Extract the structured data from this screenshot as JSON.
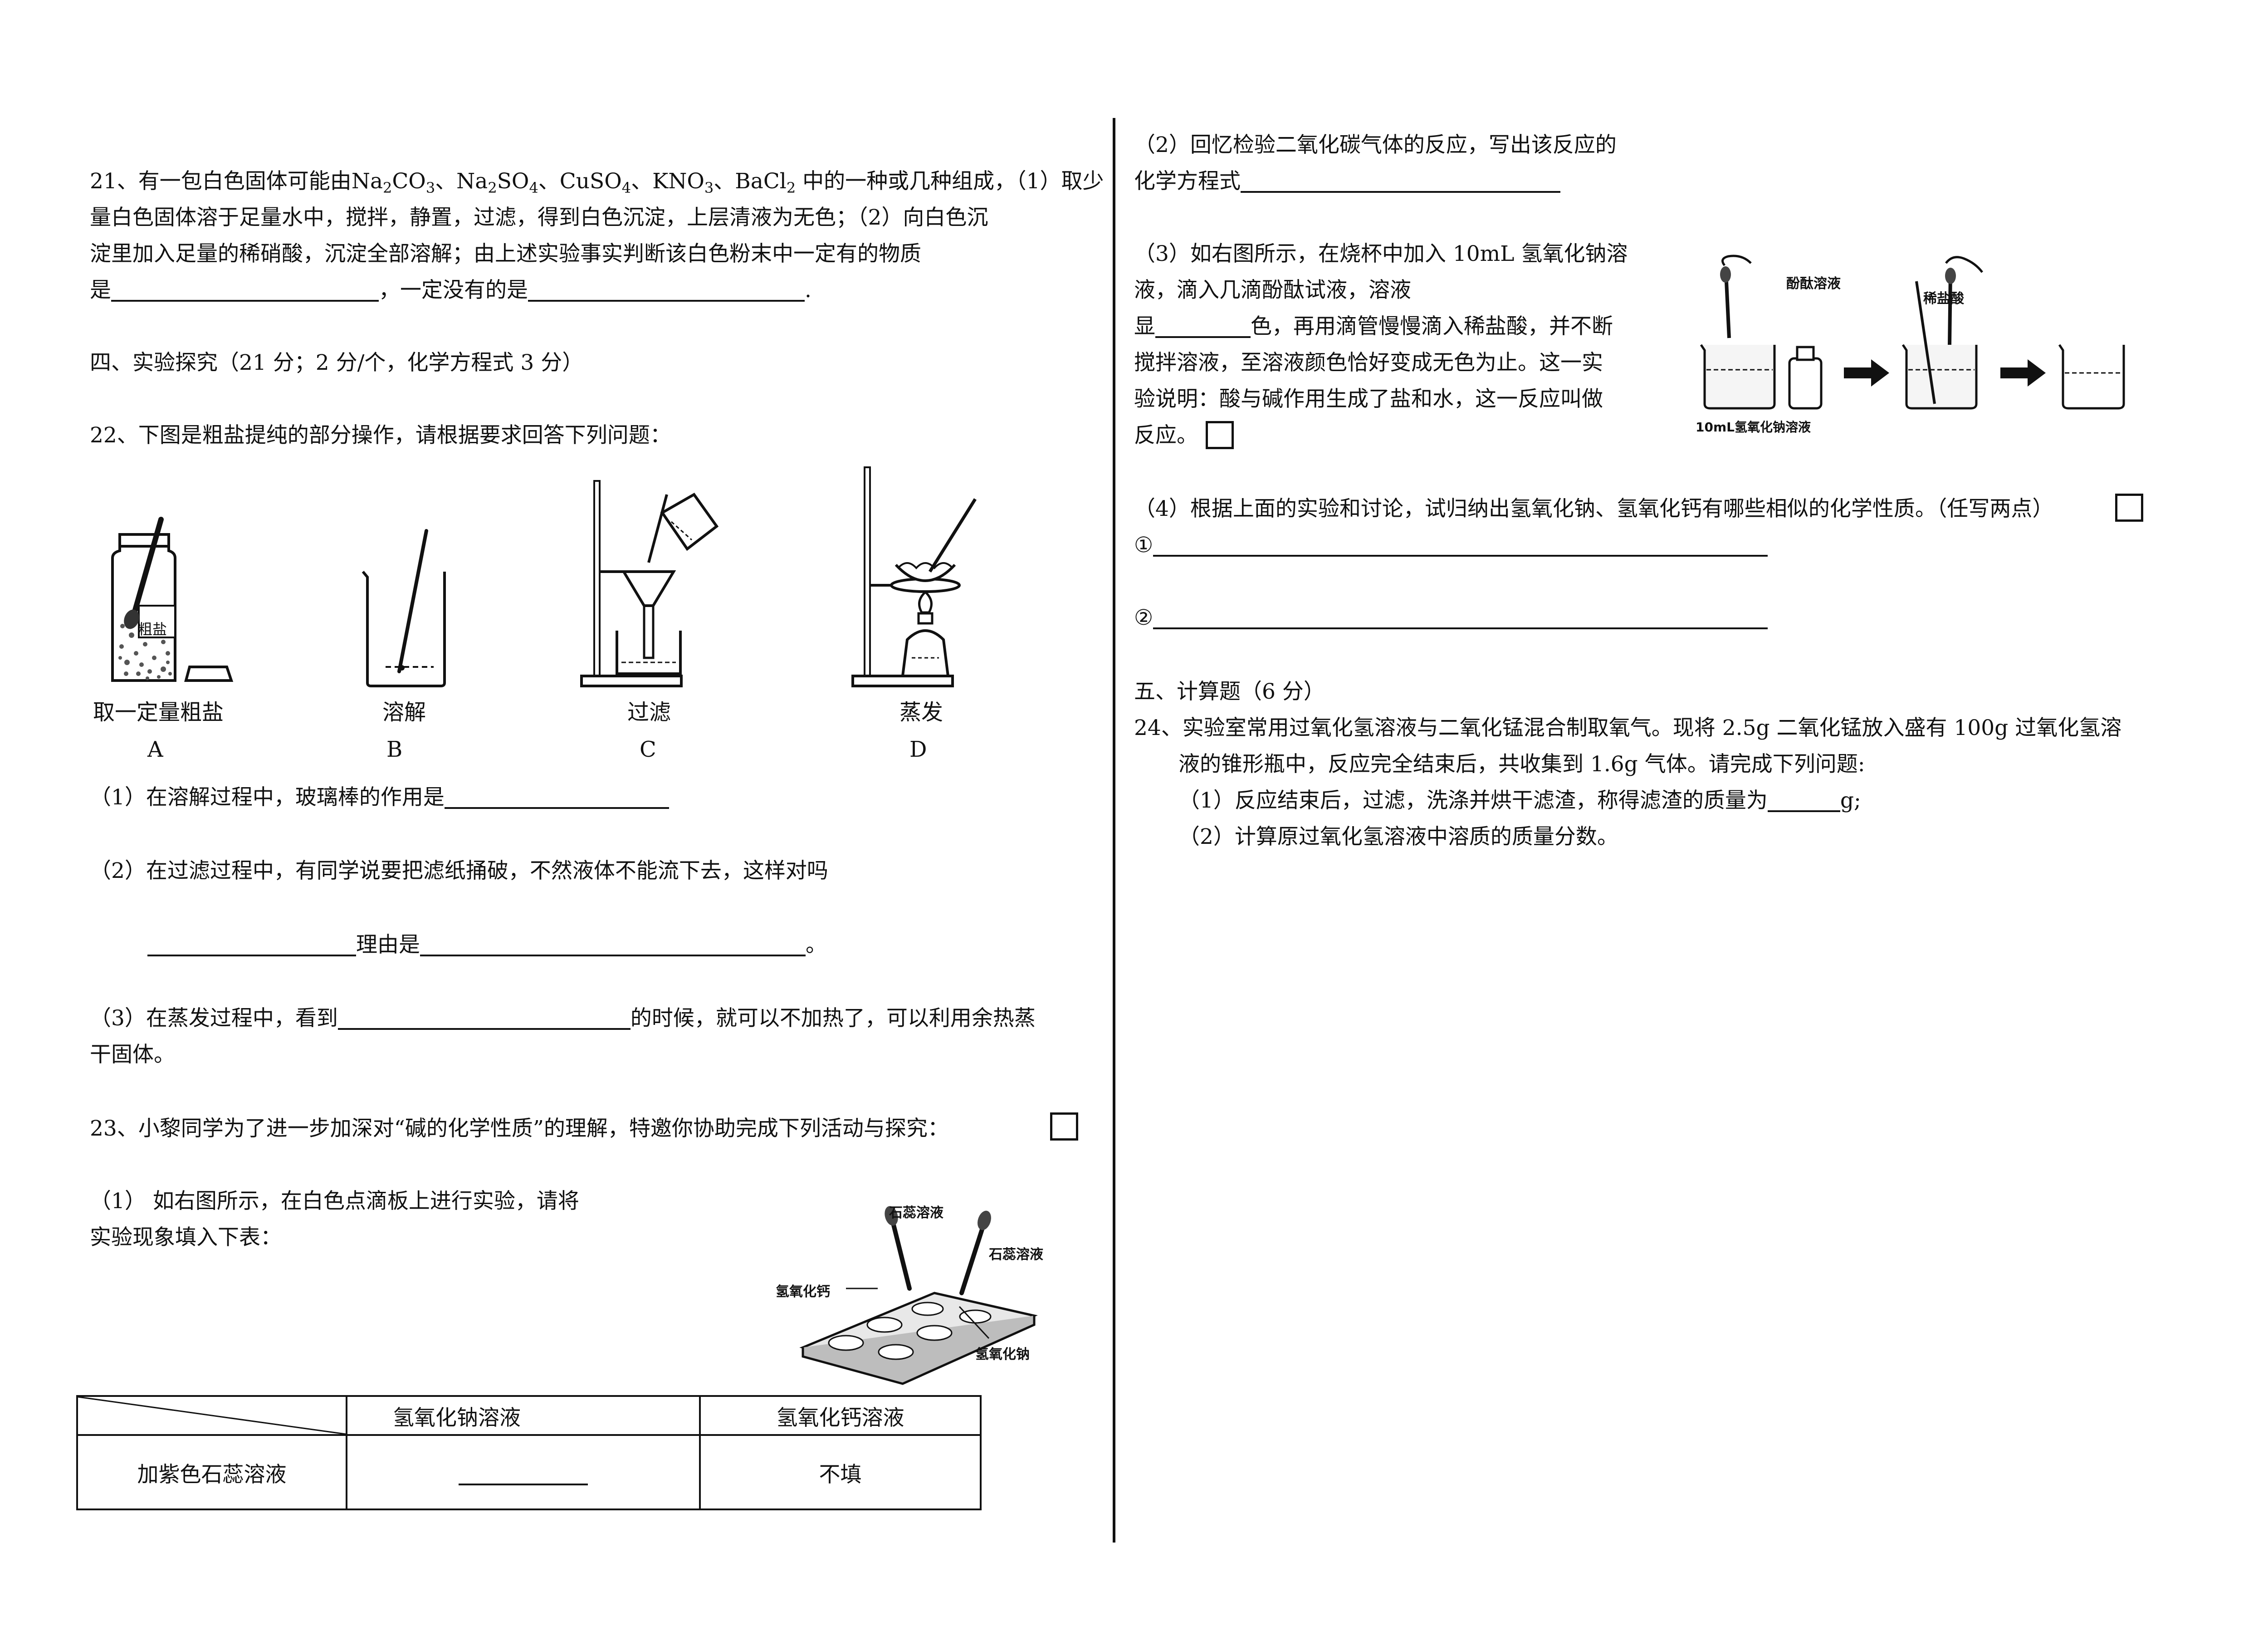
{
  "q21": {
    "line1_a": "21、有一包白色固体可能由",
    "line1_b": "中的一种或几种组成，（1）取少",
    "line2": "量白色固体溶于足量水中，搅拌，静置，过滤，得到白色沉淀，上层清液为无色；（2）向白色沉",
    "line3": "淀里加入足量的稀硝酸，沉淀全部溶解；由上述实验事实判断该白色粉末中一定有的物质",
    "line4_a": "是",
    "line4_b": "，一定没有的是",
    "line4_c": "."
  },
  "section4": {
    "title": "四、实验探究（21 分；2 分/个，化学方程式 3 分）"
  },
  "q22": {
    "intro": "22、下图是粗盐提纯的部分操作，请根据要求回答下列问题：",
    "bottle_label": "粗盐",
    "steps": [
      {
        "name": "取一定量粗盐",
        "letter": "A"
      },
      {
        "name": "溶解",
        "letter": "B"
      },
      {
        "name": "过滤",
        "letter": "C"
      },
      {
        "name": "蒸发",
        "letter": "D"
      }
    ],
    "p1": "（1）在溶解过程中，玻璃棒的作用是",
    "p2": "（2）在过滤过程中，有同学说要把滤纸捅破，不然液体不能流下去，这样对吗",
    "p2b_a": "理由是",
    "p2b_b": "。",
    "p3_a": "（3）在蒸发过程中，看到",
    "p3_b": "的时候，就可以不加热了，可以利用余热蒸",
    "p3_c": "干固体。"
  },
  "q23": {
    "intro": "23、小黎同学为了进一步加深对“碱的化学性质”的理解，特邀你协助完成下列活动与探究：",
    "p1_a": "（1） 如右图所示，在白色点滴板上进行实验，请将",
    "p1_b": "实验现象填入下表：",
    "plate_labels": {
      "litmus1": "石蕊溶液",
      "litmus2": "石蕊溶液",
      "caoh": "氢氧化钙",
      "naoh": "氢氧化钠"
    },
    "table": {
      "col1": "氢氧化钠溶液",
      "col2": "氢氧化钙溶液",
      "row_label": "加紫色石蕊溶液",
      "cell2": "不填"
    },
    "p2_a": "（2）回忆检验二氧化碳气体的反应，写出该反应的",
    "p2_b": "化学方程式",
    "p3_a": "（3）如右图所示，在烧杯中加入 10mL 氢氧化钠溶",
    "p3_b": "液，滴入几滴酚酞试液，溶液",
    "p3_c1": "显",
    "p3_c2": "色，再用滴管慢慢滴入稀盐酸，并不断",
    "p3_d": "搅拌溶液，至溶液颜色恰好变成无色为止。这一实",
    "p3_e": "验说明：酸与碱作用生成了盐和水，这一反应叫做",
    "p3_f": "反应。",
    "diagram_labels": {
      "phenol": "酚酞溶液",
      "hcl": "稀盐酸",
      "naoh10": "10mL氢氧化钠溶液"
    },
    "p4": "（4）根据上面的实验和讨论，试归纳出氢氧化钠、氢氧化钙有哪些相似的化学性质。（任写两点）",
    "p4_1": "①",
    "p4_2": "②"
  },
  "section5": {
    "title": "五、计算题（6 分）"
  },
  "q24": {
    "line1": "24、实验室常用过氧化氢溶液与二氧化锰混合制取氧气。现将 2.5g 二氧化锰放入盛有 100g 过氧化氢溶",
    "line2": "液的锥形瓶中，反应完全结束后，共收集到 1.6g 气体。请完成下列问题:",
    "p1_a": "（1）反应结束后，过滤，洗涤并烘干滤渣，称得滤渣的质量为",
    "p1_b": "g;",
    "p2": "（2）计算原过氧化氢溶液中溶质的质量分数。"
  }
}
